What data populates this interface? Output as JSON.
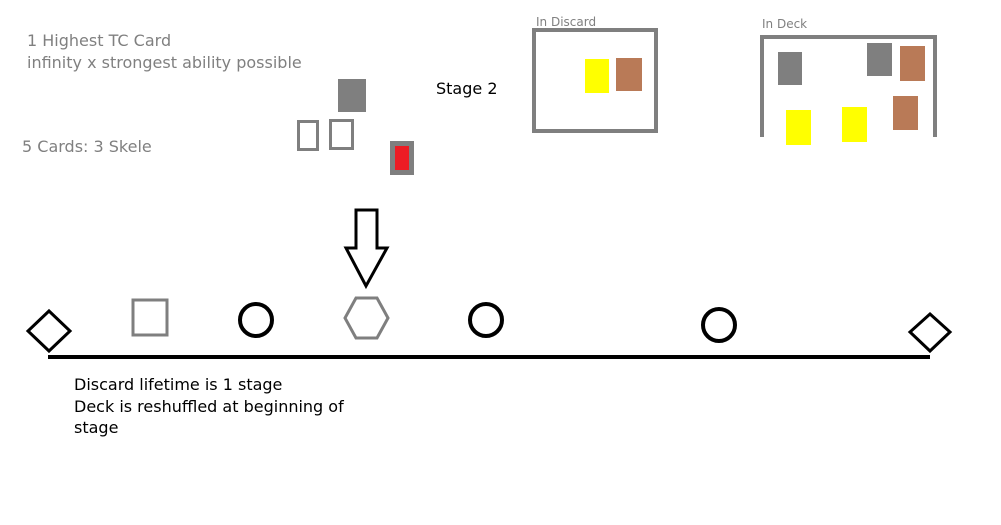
{
  "notes": {
    "line1": "1 Highest TC Card",
    "line2": "infinity x strongest ability possible",
    "cards_note": "5 Cards: 3 Skele"
  },
  "stage": {
    "label": "Stage 2"
  },
  "discard": {
    "label": "In Discard"
  },
  "deck": {
    "label": "In Deck"
  },
  "footer": {
    "line1": "Discard lifetime is 1 stage",
    "line2": "Deck is reshuffled at beginning of",
    "line3": "stage"
  },
  "colors": {
    "gray": "#7f7f7f",
    "yellow": "#ffff00",
    "brown": "#b97a57",
    "red": "#ed1c24",
    "black": "#000000"
  },
  "track_nodes": [
    "diamond",
    "square",
    "circle",
    "hexagon-current",
    "circle",
    "circle",
    "diamond"
  ]
}
